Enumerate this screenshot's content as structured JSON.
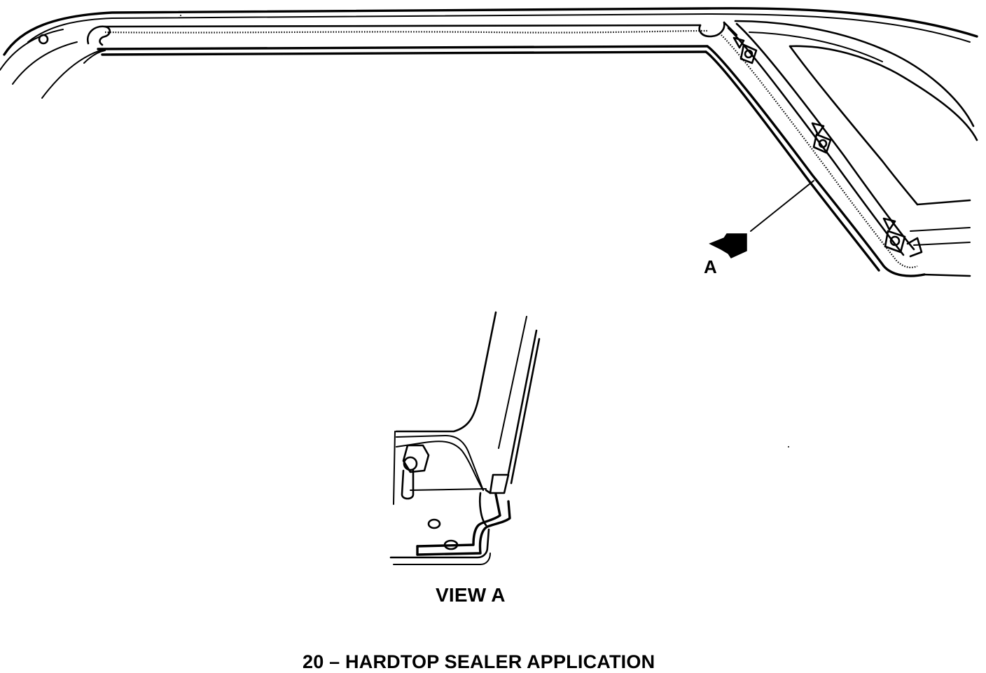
{
  "figure": {
    "callout_letter": "A",
    "detail_view_label": "VIEW A",
    "caption": "20 – HARDTOP SEALER APPLICATION"
  },
  "colors": {
    "ink": "#000000",
    "background": "#ffffff"
  }
}
